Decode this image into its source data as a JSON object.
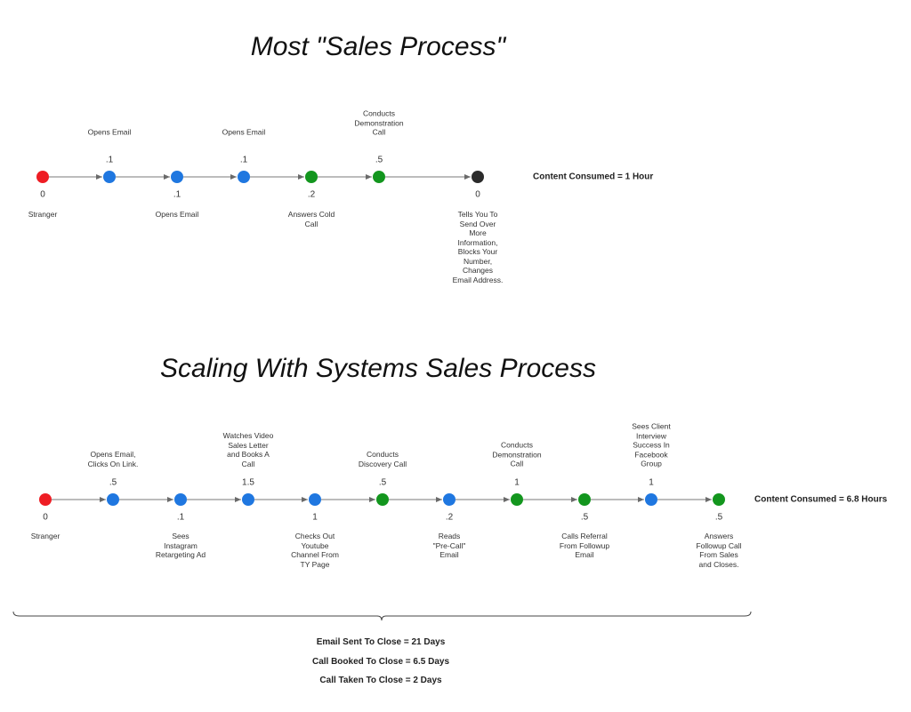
{
  "colors": {
    "red": "#ee1d24",
    "blue": "#1f77e0",
    "green": "#13961e",
    "black": "#2b2b2b",
    "line": "#7a7a7a"
  },
  "process1": {
    "title": "Most \"Sales Process\"",
    "content_consumed": "Content Consumed = 1 Hour",
    "nodes": [
      {
        "value": "0",
        "label": "Stranger",
        "label_pos": "bottom",
        "color": "red"
      },
      {
        "value": ".1",
        "label": "Opens Email",
        "label_pos": "top",
        "color": "blue"
      },
      {
        "value": ".1",
        "label": "Opens Email",
        "label_pos": "bottom",
        "color": "blue"
      },
      {
        "value": ".1",
        "label": "Opens Email",
        "label_pos": "top",
        "color": "blue"
      },
      {
        "value": ".2",
        "label": "Answers Cold\nCall",
        "label_pos": "bottom",
        "color": "green"
      },
      {
        "value": ".5",
        "label": "Conducts\nDemonstration\nCall",
        "label_pos": "top",
        "color": "green"
      },
      {
        "value": "0",
        "label": "Tells You To\nSend Over\nMore\nInformation,\nBlocks Your\nNumber,\nChanges\nEmail Address.",
        "label_pos": "bottom",
        "color": "black"
      }
    ]
  },
  "process2": {
    "title": "Scaling With Systems Sales Process",
    "content_consumed": "Content Consumed = 6.8 Hours",
    "nodes": [
      {
        "value": "0",
        "label": "Stranger",
        "label_pos": "bottom",
        "color": "red"
      },
      {
        "value": ".5",
        "label": "Opens Email,\nClicks On Link.",
        "label_pos": "top",
        "color": "blue"
      },
      {
        "value": ".1",
        "label": "Sees\nInstagram\nRetargeting Ad",
        "label_pos": "bottom",
        "color": "blue"
      },
      {
        "value": "1.5",
        "label": "Watches Video\nSales Letter\nand Books A\nCall",
        "label_pos": "top",
        "color": "blue"
      },
      {
        "value": "1",
        "label": "Checks Out\nYoutube\nChannel From\nTY Page",
        "label_pos": "bottom",
        "color": "blue"
      },
      {
        "value": ".5",
        "label": "Conducts\nDiscovery Call",
        "label_pos": "top",
        "color": "green"
      },
      {
        "value": ".2",
        "label": "Reads\n\"Pre-Call\"\nEmail",
        "label_pos": "bottom",
        "color": "blue"
      },
      {
        "value": "1",
        "label": "Conducts\nDemonstration\nCall",
        "label_pos": "top",
        "color": "green"
      },
      {
        "value": ".5",
        "label": "Calls Referral\nFrom Followup\nEmail",
        "label_pos": "bottom",
        "color": "green"
      },
      {
        "value": "1",
        "label": "Sees Client\nInterview\nSuccess In\nFacebook\nGroup",
        "label_pos": "top",
        "color": "blue"
      },
      {
        "value": ".5",
        "label": "Answers\nFollowup Call\nFrom Sales\nand Closes.",
        "label_pos": "bottom",
        "color": "green"
      }
    ]
  },
  "summary": [
    "Email Sent To Close = 21 Days",
    "Call Booked To Close = 6.5 Days",
    "Call Taken To Close = 2 Days"
  ]
}
